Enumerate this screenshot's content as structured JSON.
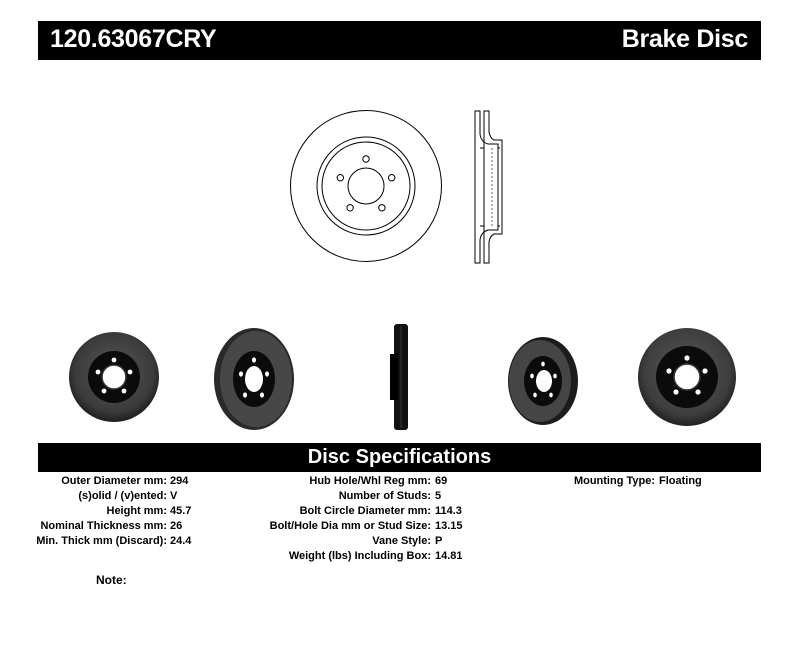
{
  "header": {
    "part_number": "120.63067CRY",
    "product_type": "Brake Disc"
  },
  "specs_title": "Disc Specifications",
  "specs": {
    "col1": [
      {
        "label": "Outer Diameter mm:",
        "value": "294"
      },
      {
        "label": "(s)olid / (v)ented:",
        "value": "V"
      },
      {
        "label": "Height mm:",
        "value": "45.7"
      },
      {
        "label": "Nominal Thickness mm:",
        "value": "26"
      },
      {
        "label": "Min. Thick mm (Discard):",
        "value": "24.4"
      }
    ],
    "col2": [
      {
        "label": "Hub Hole/Whl Reg mm:",
        "value": "69"
      },
      {
        "label": "Number of Studs:",
        "value": "5"
      },
      {
        "label": "Bolt Circle Diameter mm:",
        "value": "114.3"
      },
      {
        "label": "Bolt/Hole Dia mm or Stud Size:",
        "value": "13.15"
      },
      {
        "label": "Vane Style:",
        "value": "P"
      },
      {
        "label": "Weight (lbs) Including Box:",
        "value": "14.81"
      }
    ],
    "col3": [
      {
        "label": "Mounting Type:",
        "value": "Floating"
      }
    ]
  },
  "note_label": "Note:"
}
